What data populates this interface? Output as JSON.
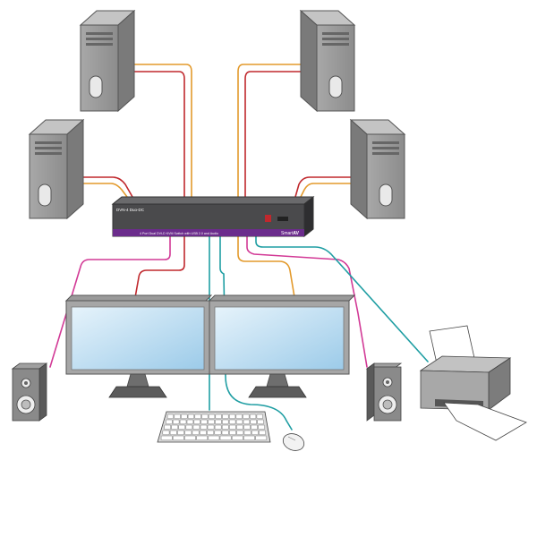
{
  "kvm_switch": {
    "model": "DVN-4 Duo-DC",
    "description": "4 Port Dual DVI-D KVM Switch with USB 2.0 and Audio",
    "brand_prefix": "Smart",
    "brand_suffix": "AV"
  },
  "devices": {
    "computers": [
      "computer-top-left",
      "computer-mid-left",
      "computer-top-right",
      "computer-mid-right"
    ],
    "monitors": [
      "monitor-left",
      "monitor-right"
    ],
    "speakers": [
      "speaker-left",
      "speaker-right"
    ],
    "peripherals": [
      "keyboard",
      "mouse",
      "printer"
    ]
  },
  "colors": {
    "cable_red": "#c0282d",
    "cable_orange": "#e39a2c",
    "cable_magenta": "#d23a96",
    "cable_teal": "#1f9ea3",
    "kvm_body": "#4a4a4c",
    "kvm_accent": "#6b2c8c",
    "case_gray": "#9c9c9c",
    "screen_blue": "#bcdcf0"
  }
}
